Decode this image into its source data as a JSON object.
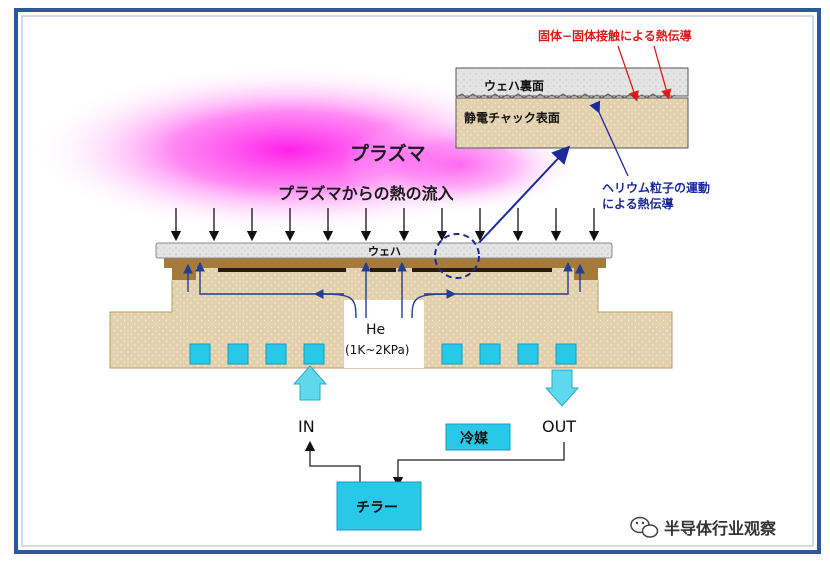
{
  "colors": {
    "frame": "#2a5a9c",
    "plasma": "#ff30ee",
    "tan": "#e3d1ad",
    "dark_brown": "#a57a3b",
    "wafer_gray": "#e2e2e2",
    "cooling_cyan": "#27c8e8",
    "electrode": "#2a1a0a",
    "red_label": "#e01a1a",
    "blue_label": "#1a2a9a",
    "flow_blue": "#243f90"
  },
  "labels": {
    "plasma": "プラズマ",
    "heat_inflow": "プラズマからの熱の流入",
    "wafer": "ウェハ",
    "wafer_back": "ウェハ裏面",
    "chuck_surface": "静電チャック表面",
    "solid_conduction": "固体−固体接触による熱伝導",
    "helium_line1": "ヘリウム粒子の運動",
    "helium_line2": "による熱伝導",
    "he": "He",
    "he_pressure": "(1K~2KPa)",
    "in": "IN",
    "out": "OUT",
    "coolant": "冷媒",
    "chiller": "チラー",
    "watermark": "半导体行业观察"
  },
  "icons": {
    "watermark_icon": "wechat-icon"
  }
}
